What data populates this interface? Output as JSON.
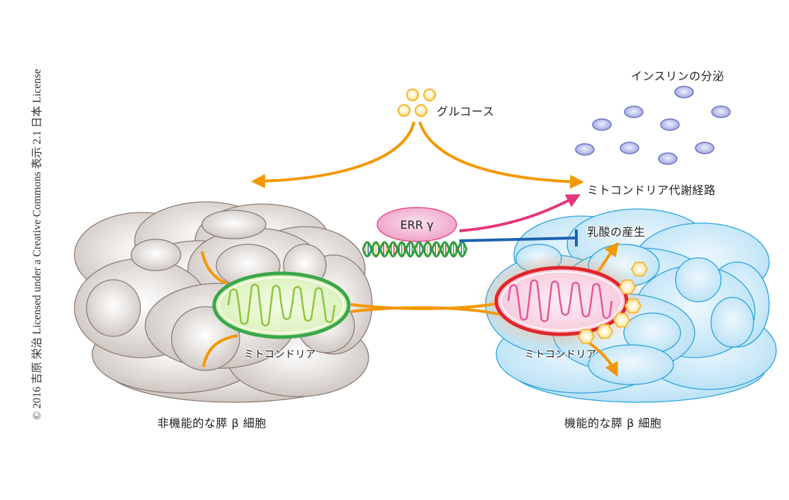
{
  "copyright": "© 2016 吉原 栄治 Licensed under a Creative Commons 表示 2.1 日本 License",
  "labels": {
    "glucose": "グルコース",
    "insulin_secretion": "インスリンの分泌",
    "mito_pathway": "ミトコンドリア代謝経路",
    "err": "ERR γ",
    "lactate": "乳酸の産生",
    "mito_left": "ミトコンドリア",
    "mito_right": "ミトコンドリア",
    "cell_left": "非機能的な膵 β 細胞",
    "cell_right": "機能的な膵 β 細胞"
  },
  "colors": {
    "arrow_orange": "#f39800",
    "activation_pink": "#e4367a",
    "inhibition_blue": "#1d63b0",
    "glucose_yellow": "#f7b52c",
    "insulin_granule": "#8f96d6",
    "cell_gray": "#cfc8c4",
    "cell_gray_stroke": "#8c7d76",
    "cell_blue": "#bfe3f6",
    "cell_blue_stroke": "#2aa3dc",
    "mito_green": "#3aa84a",
    "mito_green_fill": "#c9e79b",
    "mito_red": "#e0262a",
    "mito_pink_fill": "#f2a8c6",
    "err_pink": "#ee9cc4",
    "dna_green": "#2e9e3c"
  },
  "counts": {
    "glucose_molecules": 4,
    "insulin_granules": 9,
    "hexagon_metabolites": 6
  }
}
